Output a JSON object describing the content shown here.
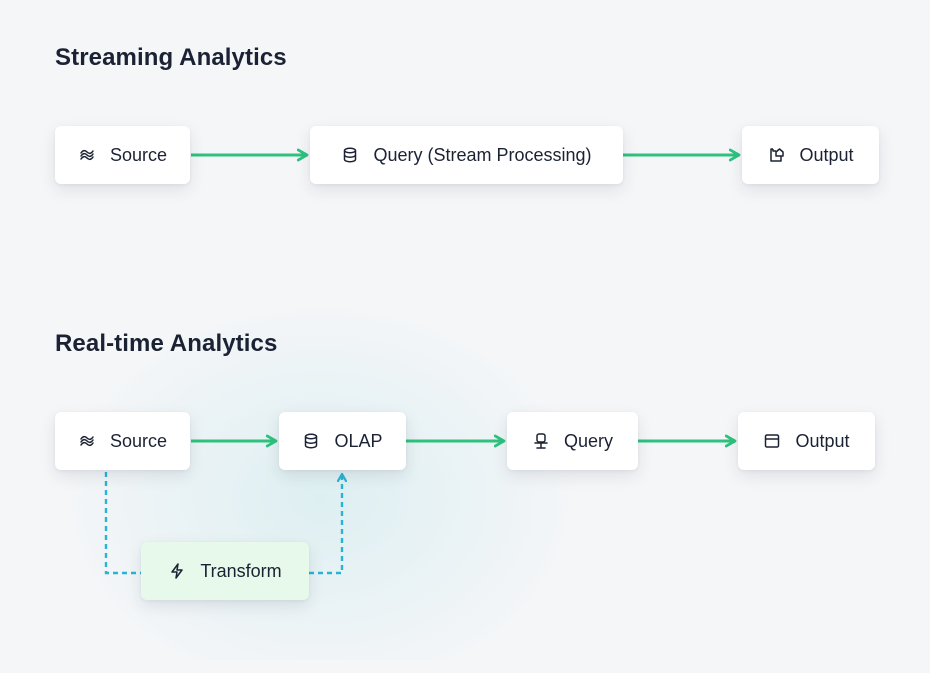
{
  "colors": {
    "arrow": "#2ec27e",
    "dashed": "#27b5d3",
    "transform_bg": "#e6f9ea",
    "background": "#f5f6f8"
  },
  "streaming": {
    "title": "Streaming Analytics",
    "nodes": [
      {
        "label": "Source",
        "icon": "wave-icon"
      },
      {
        "label": "Query (Stream Processing)",
        "icon": "database-icon"
      },
      {
        "label": "Output",
        "icon": "clipboard-home-icon"
      }
    ]
  },
  "realtime": {
    "title": "Real-time Analytics",
    "nodes": [
      {
        "label": "Source",
        "icon": "wave-icon"
      },
      {
        "label": "OLAP",
        "icon": "database-icon"
      },
      {
        "label": "Query",
        "icon": "chair-icon"
      },
      {
        "label": "Output",
        "icon": "window-icon"
      }
    ],
    "transform": {
      "label": "Transform",
      "icon": "bolt-icon"
    }
  }
}
